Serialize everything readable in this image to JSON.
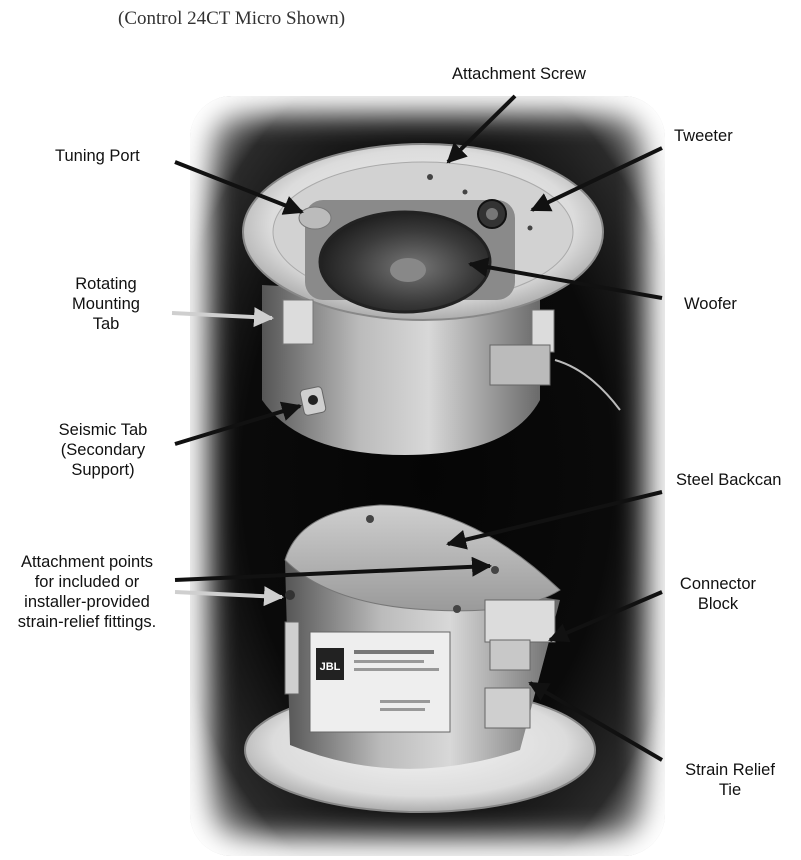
{
  "caption": "(Control 24CT Micro Shown)",
  "labels": {
    "attachment_screw": "Attachment Screw",
    "tuning_port": "Tuning Port",
    "tweeter": "Tweeter",
    "rotating_mounting_tab": [
      "Rotating",
      "Mounting",
      "Tab"
    ],
    "woofer": "Woofer",
    "seismic_tab": [
      "Seismic Tab",
      "(Secondary",
      "Support)"
    ],
    "steel_backcan": "Steel Backcan",
    "attachment_points": [
      "Attachment points",
      "for included or",
      "installer-provided",
      "strain-relief fittings."
    ],
    "connector_block": [
      "Connector",
      "Block"
    ],
    "strain_relief_tie": [
      "Strain Relief",
      "Tie"
    ]
  },
  "product_label": {
    "logo": "JBL"
  }
}
